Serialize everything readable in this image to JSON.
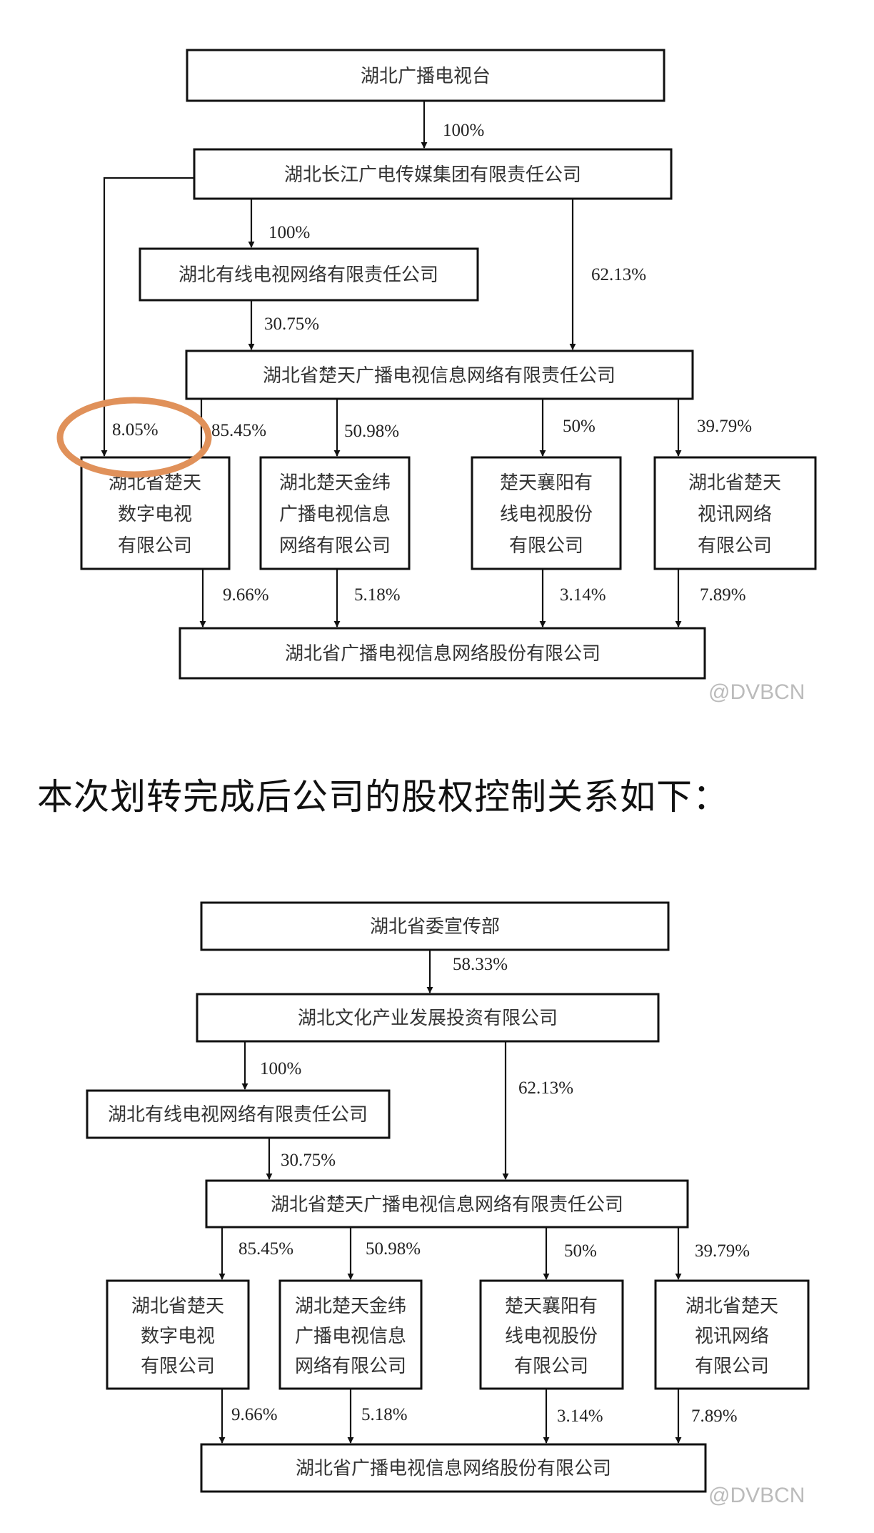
{
  "before": {
    "nodes": {
      "hubei_tv": "湖北广播电视台",
      "changjiang_group": "湖北长江广电传媒集团有限责任公司",
      "hubei_cable": "湖北有线电视网络有限责任公司",
      "chutian_network": "湖北省楚天广播电视信息网络有限责任公司",
      "chutian_digital": [
        "湖北省楚天",
        "数字电视",
        "有限公司"
      ],
      "chutian_jinwei": [
        "湖北楚天金纬",
        "广播电视信息",
        "网络有限公司"
      ],
      "chutian_xiangyang": [
        "楚天襄阳有",
        "线电视股份",
        "有限公司"
      ],
      "chutian_shixun": [
        "湖北省楚天",
        "视讯网络",
        "有限公司"
      ],
      "listed_company": "湖北省广播电视信息网络股份有限公司"
    },
    "edges": {
      "tv_to_group": "100%",
      "group_to_cable": "100%",
      "group_to_chutian": "62.13%",
      "cable_to_chutian": "30.75%",
      "group_to_digital": "8.05%",
      "chutian_to_digital": "85.45%",
      "chutian_to_jinwei": "50.98%",
      "chutian_to_xiangyang": "50%",
      "chutian_to_shixun": "39.79%",
      "digital_to_listed": "9.66%",
      "jinwei_to_listed": "5.18%",
      "xiangyang_to_listed": "3.14%",
      "shixun_to_listed": "7.89%"
    },
    "highlight_color": "#e0915a",
    "watermark": "@DVBCN"
  },
  "heading": "本次划转完成后公司的股权控制关系如下：",
  "after": {
    "nodes": {
      "propaganda_dept": "湖北省委宣传部",
      "culture_invest": "湖北文化产业发展投资有限公司",
      "hubei_cable": "湖北有线电视网络有限责任公司",
      "chutian_network": "湖北省楚天广播电视信息网络有限责任公司",
      "chutian_digital": [
        "湖北省楚天",
        "数字电视",
        "有限公司"
      ],
      "chutian_jinwei": [
        "湖北楚天金纬",
        "广播电视信息",
        "网络有限公司"
      ],
      "chutian_xiangyang": [
        "楚天襄阳有",
        "线电视股份",
        "有限公司"
      ],
      "chutian_shixun": [
        "湖北省楚天",
        "视讯网络",
        "有限公司"
      ],
      "listed_company": "湖北省广播电视信息网络股份有限公司"
    },
    "edges": {
      "dept_to_invest": "58.33%",
      "invest_to_cable": "100%",
      "invest_to_chutian": "62.13%",
      "cable_to_chutian": "30.75%",
      "chutian_to_digital": "85.45%",
      "chutian_to_jinwei": "50.98%",
      "chutian_to_xiangyang": "50%",
      "chutian_to_shixun": "39.79%",
      "digital_to_listed": "9.66%",
      "jinwei_to_listed": "5.18%",
      "xiangyang_to_listed": "3.14%",
      "shixun_to_listed": "7.89%"
    },
    "watermark": "@DVBCN"
  }
}
